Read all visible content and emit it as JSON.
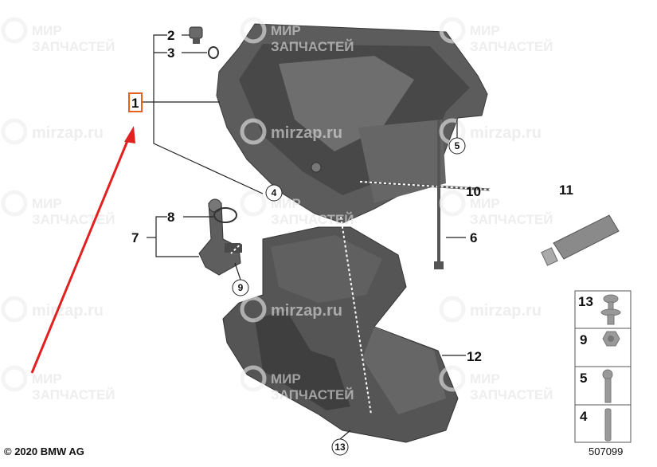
{
  "watermark": {
    "line1": "МИР",
    "line2": "ЗАПЧАСТЕЙ",
    "url": "mirzap.ru"
  },
  "callouts": {
    "p1": "1",
    "p2": "2",
    "p3": "3",
    "p4": "4",
    "p5": "5",
    "p6": "6",
    "p7": "7",
    "p8": "8",
    "p9": "9",
    "p10": "10",
    "p11": "11",
    "p12": "12",
    "p13": "13"
  },
  "legend": {
    "items": [
      "13",
      "9",
      "5",
      "4"
    ],
    "diagram_number": "507099"
  },
  "copyright": "© 2020 BMW AG",
  "colors": {
    "highlight_box": "#e8601c",
    "arrow": "#e32020",
    "part_gray": "#5a5a5a"
  }
}
